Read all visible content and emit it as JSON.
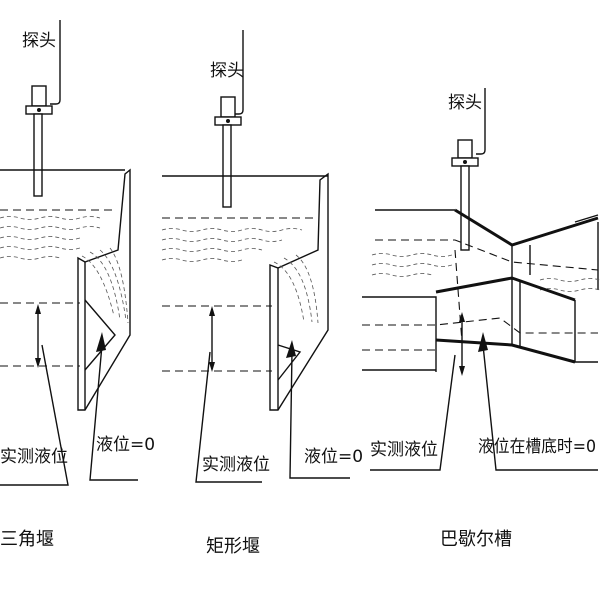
{
  "panels": {
    "triangle": {
      "probe_label": "探头",
      "measured_label": "实测液位",
      "zero_label": "液位=0",
      "caption": "三角堰"
    },
    "rectangle": {
      "probe_label": "探头",
      "measured_label": "实测液位",
      "zero_label": "液位=0",
      "caption": "矩形堰"
    },
    "parshall": {
      "probe_label": "探头",
      "measured_label": "实测液位",
      "zero_label": "液位在槽底时=0",
      "caption": "巴歇尔槽"
    }
  }
}
